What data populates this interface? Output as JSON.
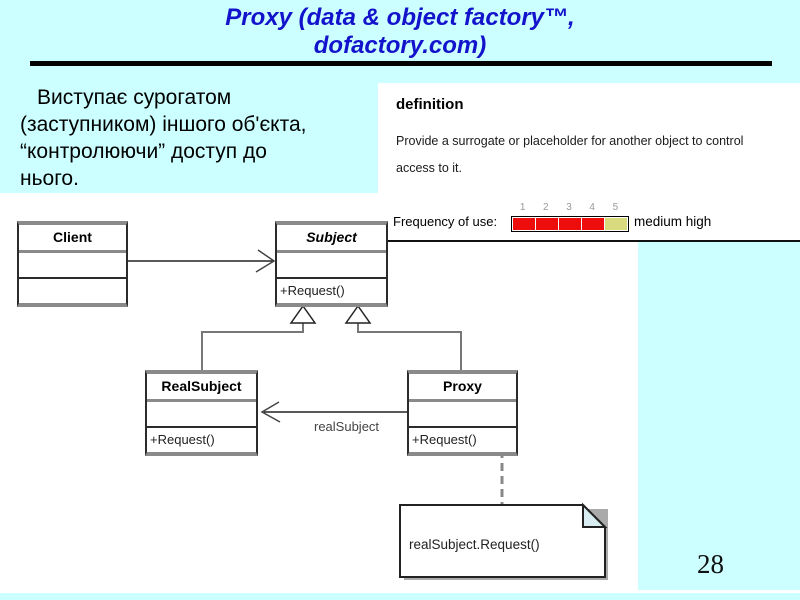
{
  "slide": {
    "title_line1": "Proxy (data & object factory™,",
    "title_line2": "dofactory.com)",
    "page_number": "28",
    "colors": {
      "accent_cyan": "#ccffff",
      "title_blue": "#1413cc",
      "bar_red": "#ee0d0d",
      "bar_khaki": "#d9d97e"
    }
  },
  "intro": {
    "lines": [
      "Виступає сурогатом",
      "(заступником) іншого об'єкта,",
      "“контролюючи” доступ до",
      "нього."
    ]
  },
  "definition": {
    "heading": "definition",
    "body_line1": "Provide a surrogate or placeholder for another object to control",
    "body_line2": "access to it."
  },
  "frequency": {
    "label": "Frequency of use:",
    "levels": [
      {
        "value": "1",
        "color": "#ee0d0d"
      },
      {
        "value": "2",
        "color": "#ee0d0d"
      },
      {
        "value": "3",
        "color": "#ee0d0d"
      },
      {
        "value": "4",
        "color": "#ee0d0d"
      },
      {
        "value": "5",
        "color": "#d9d97e"
      }
    ],
    "rating": "medium high"
  },
  "diagram": {
    "classes": [
      {
        "name": "Client",
        "method": ""
      },
      {
        "name": "Subject",
        "method": "+Request()"
      },
      {
        "name": "RealSubject",
        "method": "+Request()"
      },
      {
        "name": "Proxy",
        "method": "+Request()"
      }
    ],
    "association_label": "realSubject",
    "note_text": "realSubject.Request()"
  }
}
